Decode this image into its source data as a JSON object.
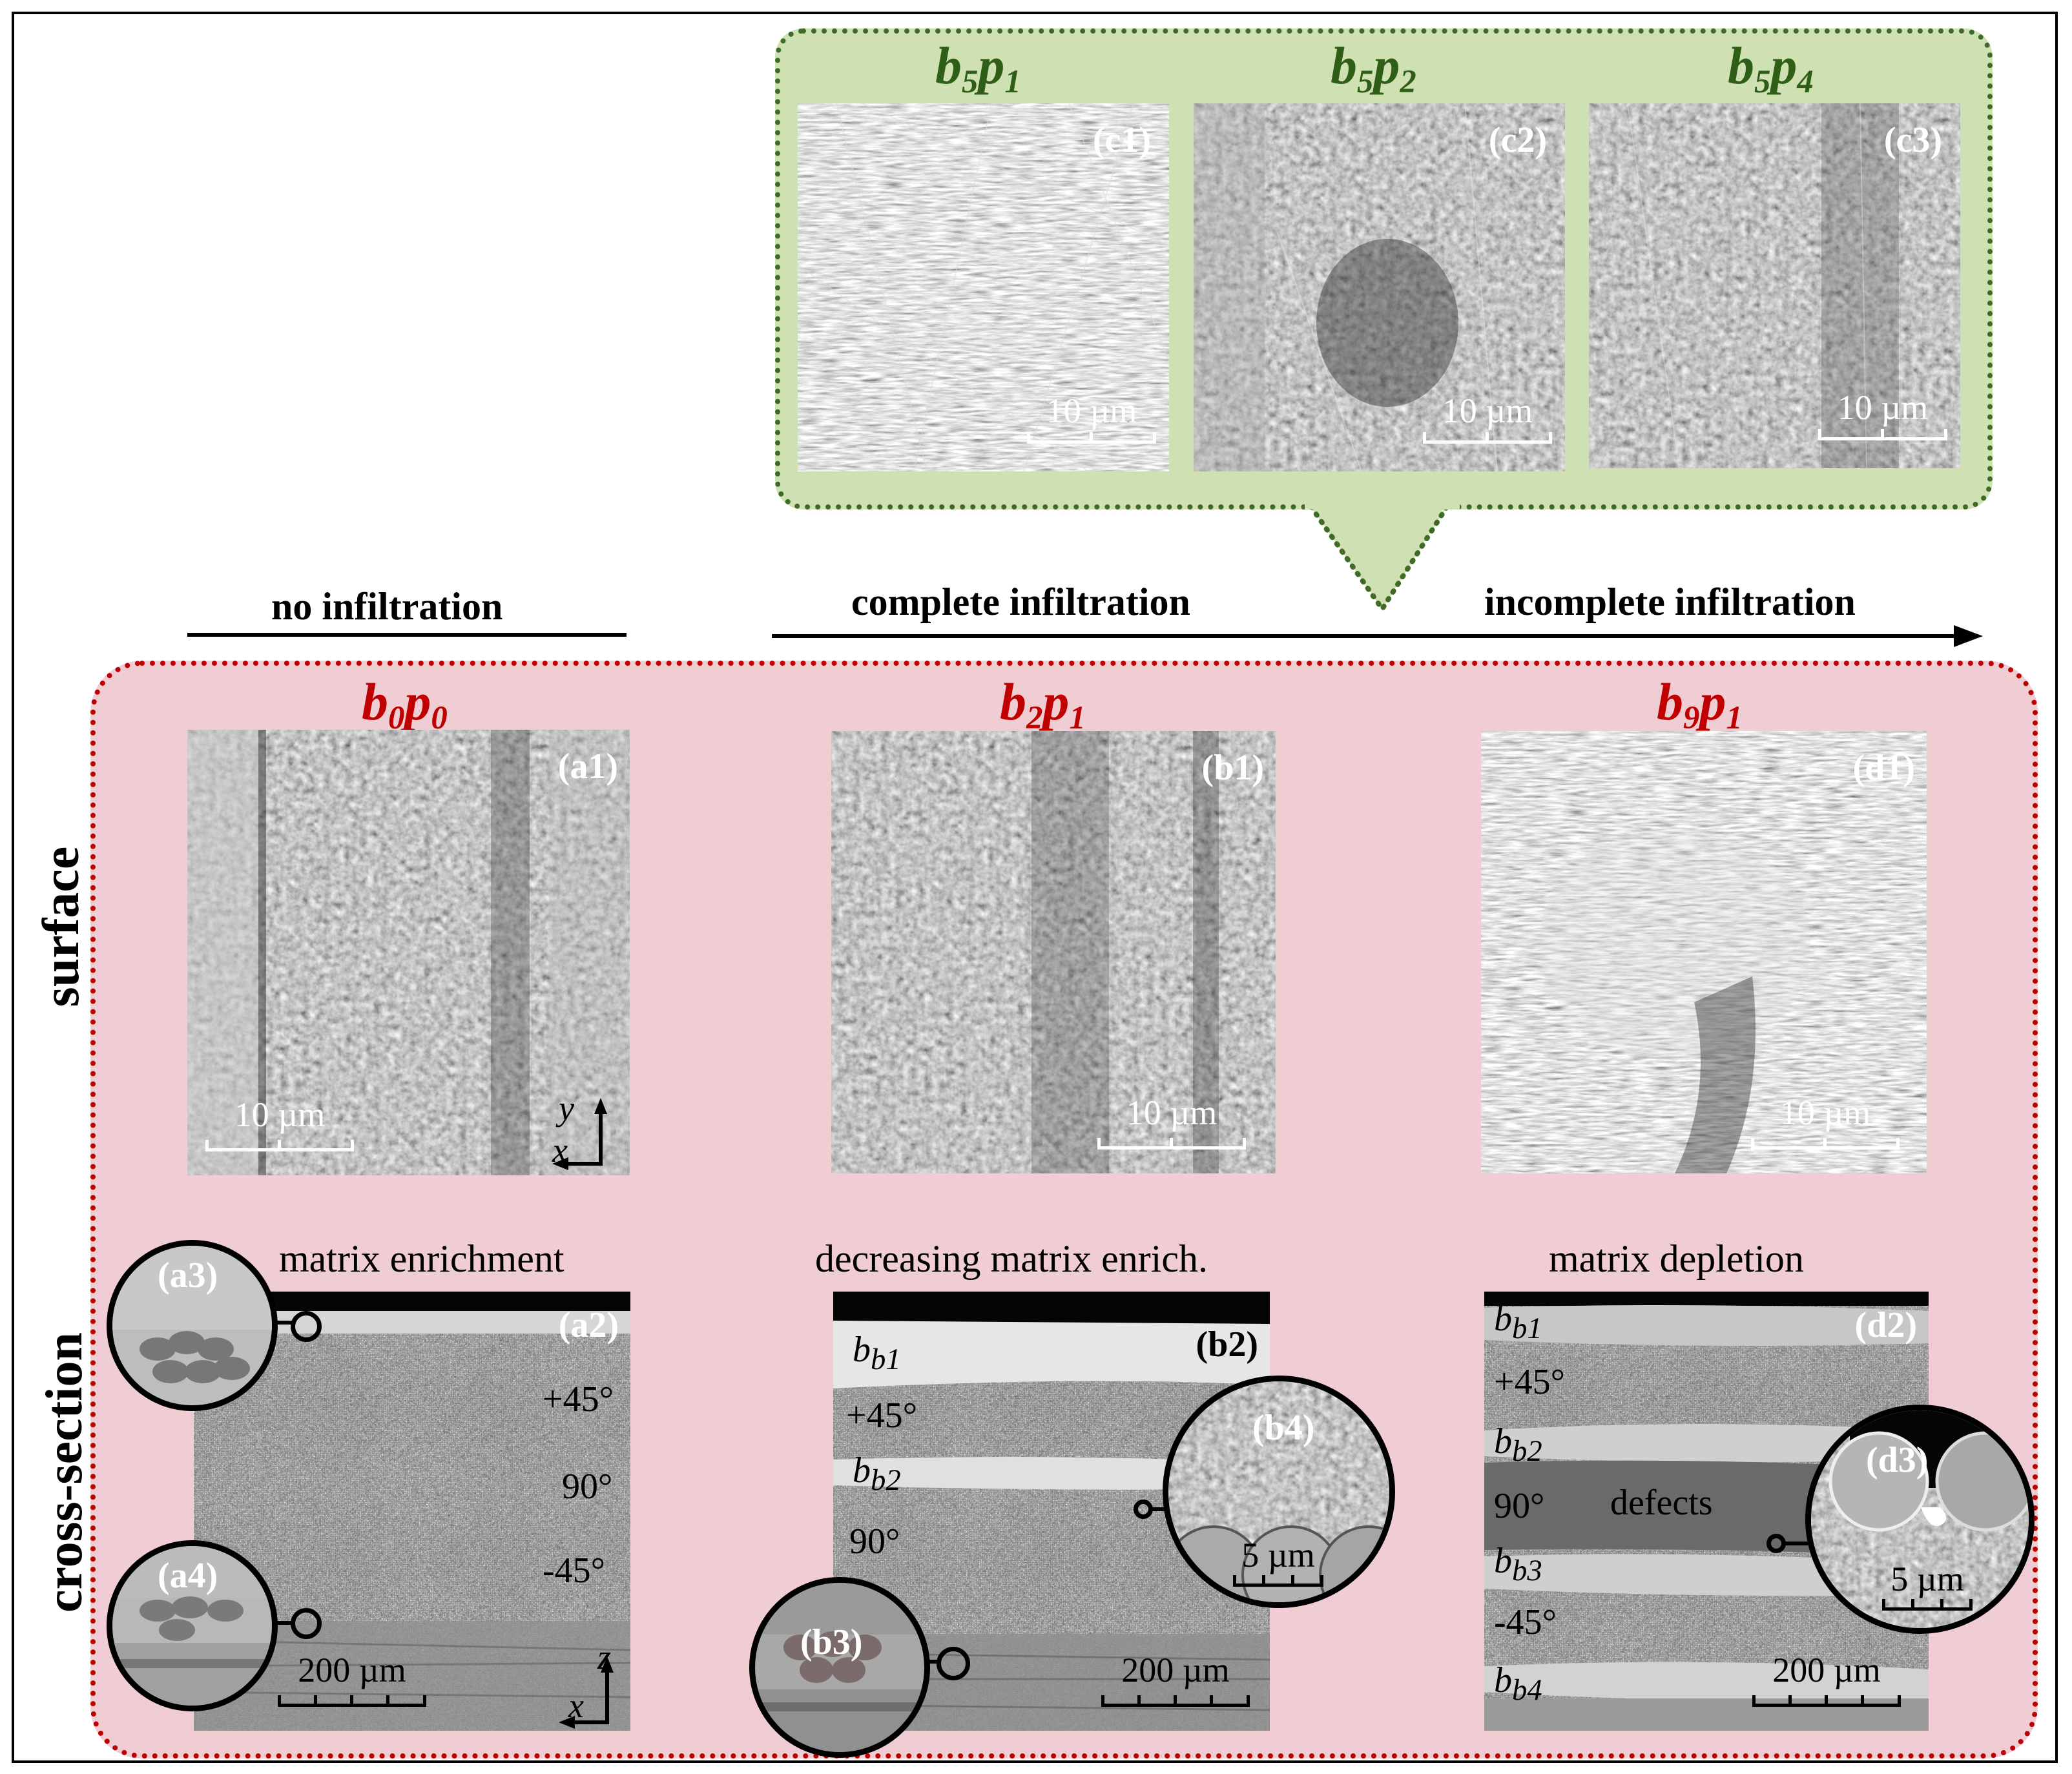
{
  "figure": {
    "headers": {
      "no_infiltration": "no infiltration",
      "complete_infiltration": "complete infiltration",
      "incomplete_infiltration": "incomplete infiltration"
    },
    "row_labels": {
      "surface": "surface",
      "cross_section": "cross-section"
    },
    "green_callout": {
      "samples": [
        {
          "b": "5",
          "p": "1",
          "tag": "(c1)",
          "scale": "10 µm"
        },
        {
          "b": "5",
          "p": "2",
          "tag": "(c2)",
          "scale": "10 µm"
        },
        {
          "b": "5",
          "p": "4",
          "tag": "(c3)",
          "scale": "10 µm"
        }
      ]
    },
    "red_panel": {
      "columns": [
        {
          "b": "0",
          "p": "0",
          "surface_tag": "(a1)",
          "surface_scale": "10 µm",
          "cross_caption": "matrix enrichment",
          "cross_tag": "(a2)",
          "cross_scale": "200 µm",
          "layers": [
            "+45°",
            "90°",
            "-45°"
          ],
          "insets": [
            {
              "tag": "(a3)"
            },
            {
              "tag": "(a4)"
            }
          ],
          "axes": {
            "surface": [
              "x",
              "y"
            ],
            "cross": [
              "x",
              "z"
            ]
          }
        },
        {
          "b": "2",
          "p": "1",
          "surface_tag": "(b1)",
          "surface_scale": "10 µm",
          "cross_caption": "decreasing matrix enrich.",
          "cross_tag": "(b2)",
          "cross_scale": "200 µm",
          "layers": [
            "b1",
            "+45°",
            "b2",
            "90°"
          ],
          "insets": [
            {
              "tag": "(b3)"
            },
            {
              "tag": "(b4)",
              "scale": "5 µm"
            }
          ]
        },
        {
          "b": "9",
          "p": "1",
          "surface_tag": "(d1)",
          "surface_scale": "10 µm",
          "cross_caption": "matrix depletion",
          "cross_tag": "(d2)",
          "cross_scale": "200 µm",
          "layers": [
            "b1",
            "+45°",
            "b2",
            "90°",
            "b3",
            "-45°",
            "b4"
          ],
          "annotation": "defects",
          "insets": [
            {
              "tag": "(d3)",
              "scale": "5 µm"
            }
          ]
        }
      ]
    },
    "colors": {
      "green_border": "#3f6b26",
      "green_fill": "#cfe0b2",
      "red_border": "#c00000",
      "red_fill": "#efcdd3"
    }
  }
}
